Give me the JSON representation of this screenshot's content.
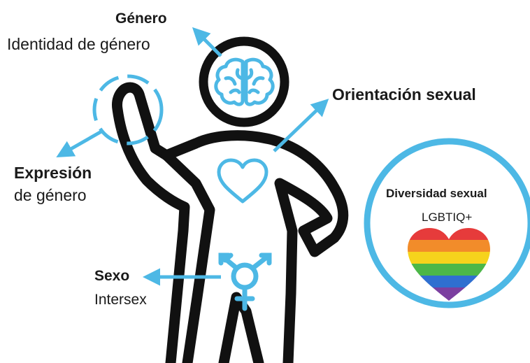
{
  "labels": {
    "genero_title": "Género",
    "genero_sub": "Identidad de género",
    "orientacion": "Orientación sexual",
    "expresion_title": "Expresión",
    "expresion_sub": "de género",
    "sexo_title": "Sexo",
    "sexo_sub": "Intersex",
    "diversidad_title": "Diversidad sexual",
    "diversidad_sub": "LGBTIQ+"
  },
  "colors": {
    "accent": "#4DB8E5",
    "outline": "#111111",
    "text": "#1a1a1a",
    "rainbow": [
      "#E63B3B",
      "#F28C2A",
      "#F6D31C",
      "#4CB748",
      "#2F6FD0",
      "#7B3FA0"
    ]
  },
  "icons": [
    "brain-icon",
    "heart-icon",
    "transgender-symbol-icon",
    "rainbow-heart-icon"
  ]
}
